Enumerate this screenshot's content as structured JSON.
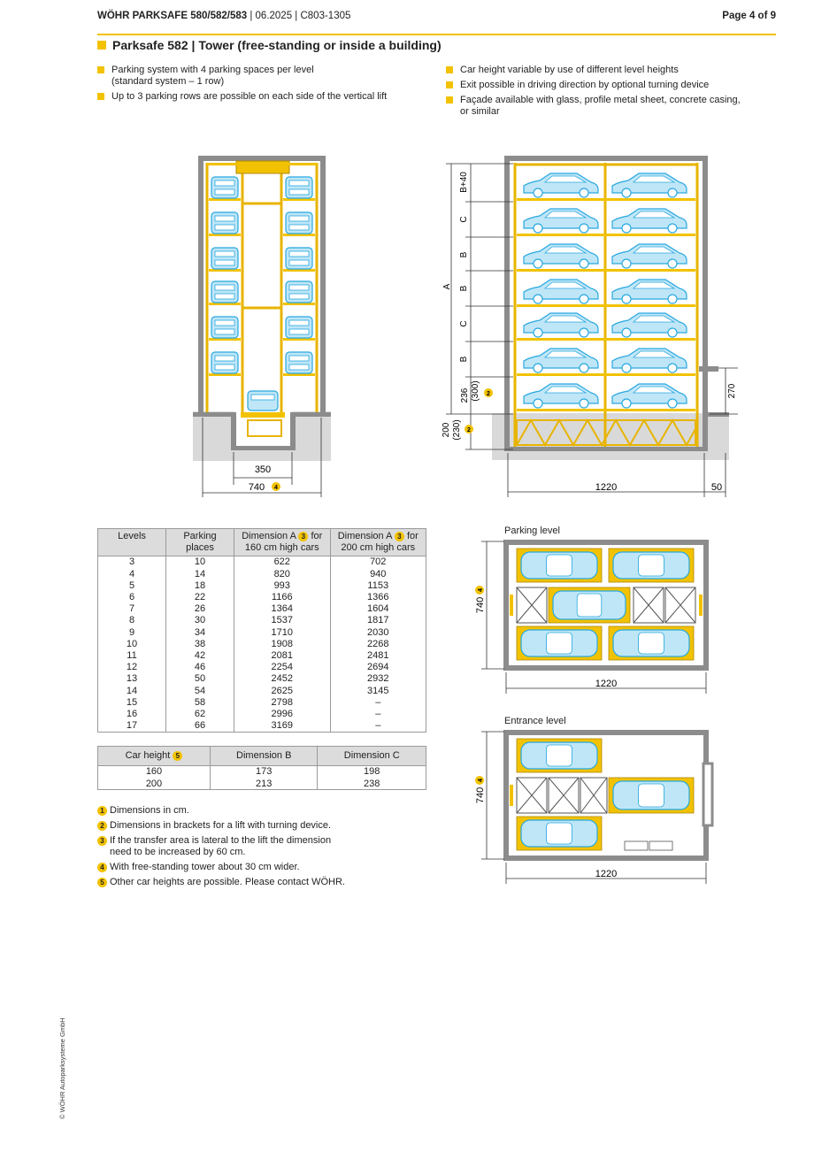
{
  "header": {
    "product": "WÖHR PARKSAFE 580/582/583",
    "meta": " | 06.2025 | C803-1305",
    "page": "Page 4 of 9"
  },
  "section_title": "Parksafe 582 | Tower (free-standing or inside a building)",
  "bullets_left": [
    {
      "line1": "Parking system with 4 parking spaces per level",
      "line2": "(standard system – 1 row)"
    },
    {
      "line1": "Up to 3 parking rows are possible on each side of the vertical lift",
      "line2": ""
    }
  ],
  "bullets_right": [
    {
      "line1": "Car height variable by use of different level heights",
      "line2": ""
    },
    {
      "line1": "Exit possible in driving direction by optional turning device",
      "line2": ""
    },
    {
      "line1": "Façade available with glass, profile metal sheet, concrete casing,",
      "line2": "or similar"
    }
  ],
  "front_view": {
    "dim_inner": "350",
    "dim_outer": "740",
    "dim_outer_badge": "4"
  },
  "side_view": {
    "labels": [
      "B+40",
      "C",
      "B",
      "B",
      "C",
      "B"
    ],
    "label_a": "A",
    "dim_236": "236",
    "dim_300": "(300)",
    "dim_300_badge": "2",
    "dim_200": "200",
    "dim_230": "(230)",
    "dim_230_badge": "2",
    "dim_270": "270",
    "dim_width": "1220",
    "dim_50": "50"
  },
  "table_levels": {
    "headers": [
      {
        "line1": "Levels",
        "line2": ""
      },
      {
        "line1": "Parking",
        "line2": "places"
      },
      {
        "line1": "Dimension A",
        "badge": "3",
        "line1b": " for",
        "line2": "160 cm high cars"
      },
      {
        "line1": "Dimension A",
        "badge": "3",
        "line1b": " for",
        "line2": "200 cm high cars"
      }
    ],
    "rows": [
      [
        "3",
        "10",
        "622",
        "702"
      ],
      [
        "4",
        "14",
        "820",
        "940"
      ],
      [
        "5",
        "18",
        "993",
        "1153"
      ],
      [
        "6",
        "22",
        "1166",
        "1366"
      ],
      [
        "7",
        "26",
        "1364",
        "1604"
      ],
      [
        "8",
        "30",
        "1537",
        "1817"
      ],
      [
        "9",
        "34",
        "1710",
        "2030"
      ],
      [
        "10",
        "38",
        "1908",
        "2268"
      ],
      [
        "11",
        "42",
        "2081",
        "2481"
      ],
      [
        "12",
        "46",
        "2254",
        "2694"
      ],
      [
        "13",
        "50",
        "2452",
        "2932"
      ],
      [
        "14",
        "54",
        "2625",
        "3145"
      ],
      [
        "15",
        "58",
        "2798",
        "–"
      ],
      [
        "16",
        "62",
        "2996",
        "–"
      ],
      [
        "17",
        "66",
        "3169",
        "–"
      ]
    ]
  },
  "table_heights": {
    "headers": [
      {
        "text": "Car height",
        "badge": "5"
      },
      {
        "text": "Dimension B"
      },
      {
        "text": "Dimension C"
      }
    ],
    "rows": [
      [
        "160",
        "173",
        "198"
      ],
      [
        "200",
        "213",
        "238"
      ]
    ]
  },
  "notes": [
    {
      "badge": "1",
      "line1": "Dimensions in cm.",
      "line2": ""
    },
    {
      "badge": "2",
      "line1": "Dimensions in brackets for a lift with turning device.",
      "line2": ""
    },
    {
      "badge": "3",
      "line1": "If the transfer area is lateral to the lift the dimension",
      "line2": "need to be increased by 60 cm."
    },
    {
      "badge": "4",
      "line1": "With free-standing tower about 30 cm wider.",
      "line2": ""
    },
    {
      "badge": "5",
      "line1": "Other car heights are possible. Please contact WÖHR.",
      "line2": ""
    }
  ],
  "parking_level": {
    "caption": "Parking level",
    "dim_height": "740",
    "dim_height_badge": "4",
    "dim_width": "1220"
  },
  "entrance_level": {
    "caption": "Entrance level",
    "dim_height": "740",
    "dim_height_badge": "4",
    "dim_width": "1220"
  },
  "copyright": "© WÖHR Autoparksysteme GmbH",
  "colors": {
    "accent": "#f2c200",
    "car": "#29a8e0",
    "wall": "#8c8c8c",
    "ground": "#d9d9d9"
  }
}
